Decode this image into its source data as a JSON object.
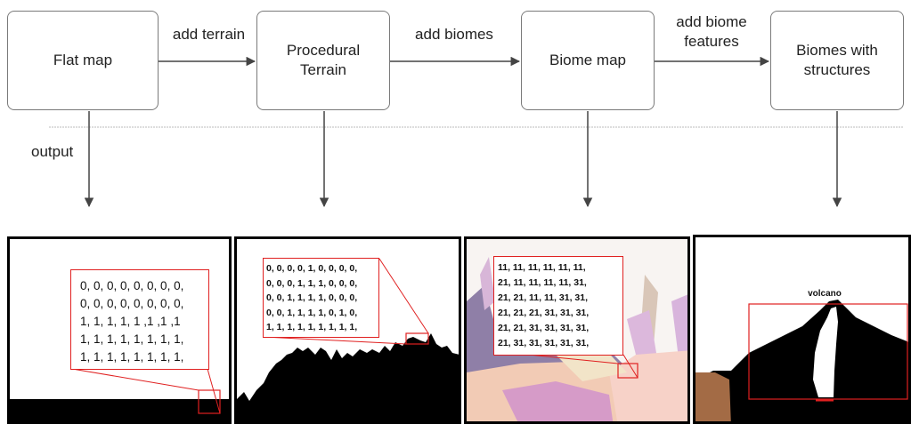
{
  "flow": {
    "stages": [
      "Flat map",
      "Procedural\nTerrain",
      "Biome map",
      "Biomes with\nstructures"
    ],
    "transitions": [
      "add terrain",
      "add biomes",
      "add biome\nfeatures"
    ],
    "output_label": "output"
  },
  "panels": {
    "flat_matrix": "0, 0, 0, 0, 0, 0, 0, 0,\n0, 0, 0, 0, 0, 0, 0, 0,\n1, 1, 1, 1, 1 ,1 ,1 ,1\n1, 1, 1, 1, 1, 1, 1, 1,\n1, 1, 1, 1, 1, 1, 1, 1,",
    "terrain_matrix": "0, 0, 0, 0, 1, 0, 0, 0, 0,\n0, 0, 0, 1, 1, 1, 0, 0, 0,\n0, 0, 1, 1, 1, 1, 0, 0, 0,\n0, 0, 1, 1, 1, 1, 0, 1, 0,\n1, 1, 1, 1, 1, 1, 1, 1, 1,",
    "biome_matrix": "11, 11, 11, 11, 11, 11,\n21, 11, 11, 11, 11, 31,\n21, 21, 11, 11, 31, 31,\n21, 21, 21, 31, 31, 31,\n21, 21, 31, 31, 31, 31,\n21, 31, 31, 31, 31, 31,",
    "structure_label": "volcano"
  },
  "colors": {
    "zoom_box": "#e02020",
    "terrain": "#000000",
    "arrow": "#444444"
  }
}
